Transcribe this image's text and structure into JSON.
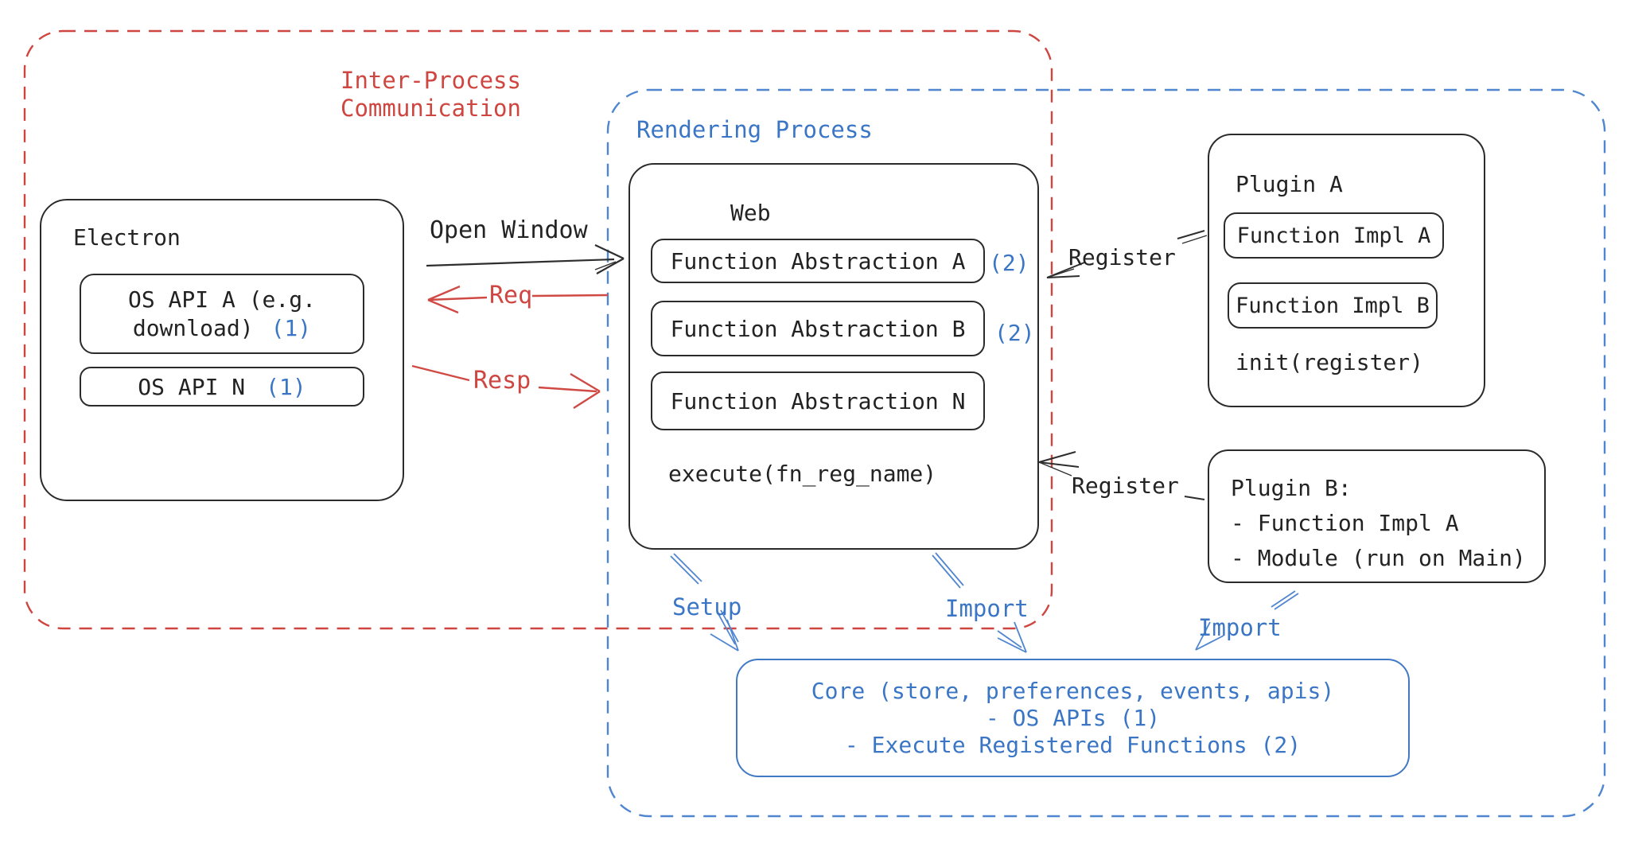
{
  "colors": {
    "red": "#cf4540",
    "blue_text": "#3a76c5",
    "blue_dash": "#4f86cf",
    "stroke_black": "#2b2b2b"
  },
  "ipc": {
    "label": "Inter-Process\nCommunication"
  },
  "rendering": {
    "label": "Rendering Process"
  },
  "electron": {
    "title": "Electron",
    "os_api_a": {
      "line1": "OS API A (e.g.",
      "line2": "download)",
      "badge": "(1)"
    },
    "os_api_n": {
      "label": "OS API N",
      "badge": "(1)"
    }
  },
  "web": {
    "title": "Web",
    "abstractions": [
      {
        "label": "Function Abstraction A",
        "badge": "(2)"
      },
      {
        "label": "Function Abstraction B",
        "badge": "(2)"
      },
      {
        "label": "Function Abstraction N",
        "badge": ""
      }
    ],
    "execute": "execute(fn_reg_name)"
  },
  "plugin_a": {
    "title": "Plugin A",
    "impls": [
      "Function Impl A",
      "Function Impl B"
    ],
    "init": "init(register)"
  },
  "plugin_b": {
    "lines": [
      "Plugin B:",
      "- Function Impl A",
      "- Module (run on Main)"
    ]
  },
  "core": {
    "lines": [
      "Core (store, preferences, events, apis)",
      "- OS APIs (1)",
      "- Execute Registered Functions (2)"
    ]
  },
  "arrows": {
    "open_window": "Open Window",
    "req": "Req",
    "resp": "Resp",
    "register_top": "Register",
    "register_bottom": "Register",
    "setup": "Setup",
    "import_core": "Import",
    "import_plugin_b": "Import"
  }
}
